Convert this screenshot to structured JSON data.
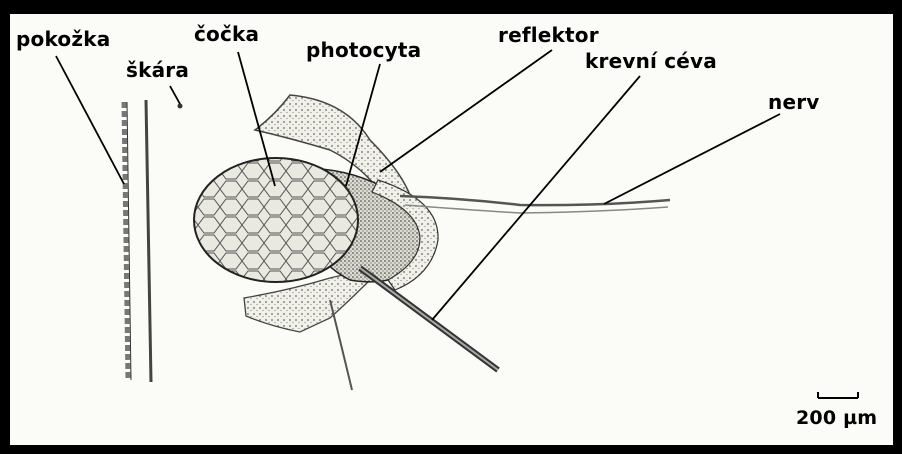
{
  "diagram": {
    "labels": {
      "epidermis": "pokožka",
      "dermis": "škára",
      "lens": "čočka",
      "photocyte": "photocyta",
      "reflector": "reflektor",
      "blood_vessel": "krevní céva",
      "nerve": "nerv"
    },
    "scale_bar": {
      "label": "200 µm"
    }
  }
}
